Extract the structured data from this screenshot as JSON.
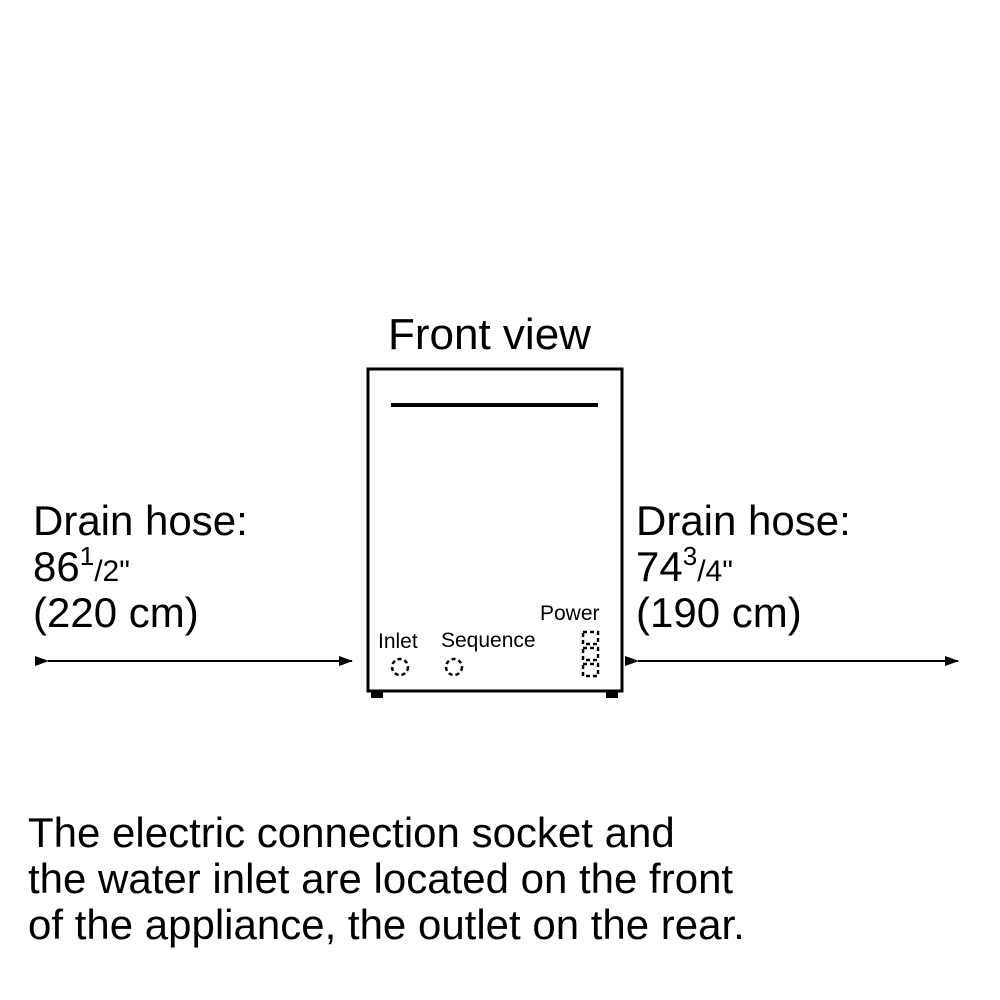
{
  "title": "Front view",
  "left": {
    "heading": "Drain hose:",
    "whole": "86",
    "num": "1",
    "den": "/2\"",
    "metric": "(220 cm)"
  },
  "right": {
    "heading": "Drain hose:",
    "whole": "74",
    "num": "3",
    "den": "/4\"",
    "metric": "(190 cm)"
  },
  "labels": {
    "inlet": "Inlet",
    "sequence": "Sequence",
    "power": "Power"
  },
  "note": [
    "The electric connection socket and",
    "the water inlet are located on the front",
    "of the appliance, the outlet on the rear."
  ]
}
